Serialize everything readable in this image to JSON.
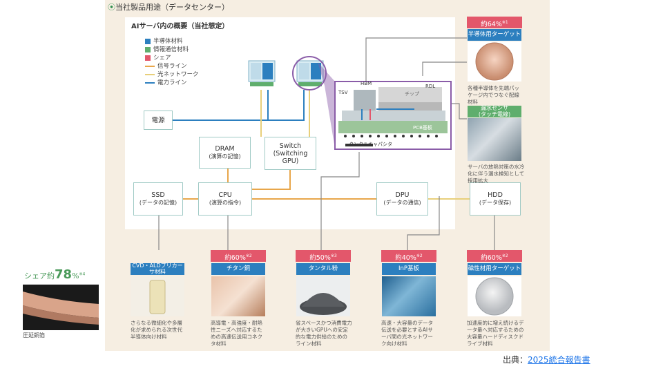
{
  "section_title": "当社製品用途（データセンター）",
  "section_marker": "⦿",
  "diagram_title": "AIサーバ内の概要（当社想定）",
  "legend": [
    {
      "label": "半導体材料",
      "kind": "square",
      "color": "#2c7fbf"
    },
    {
      "label": "情報通信材料",
      "kind": "square",
      "color": "#5fae6d"
    },
    {
      "label": "シェア",
      "kind": "square",
      "color": "#e3576b"
    },
    {
      "label": "信号ライン",
      "kind": "line",
      "color": "#e8a64a"
    },
    {
      "label": "光ネットワーク",
      "kind": "line",
      "color": "#e8cf7a"
    },
    {
      "label": "電力ライン",
      "kind": "line",
      "color": "#2c7fbf"
    }
  ],
  "nodes": {
    "power": {
      "line1": "電源",
      "line2": ""
    },
    "dram": {
      "line1": "DRAM",
      "line2": "(演算の記憶)"
    },
    "switch": {
      "line1": "Switch",
      "line2": "(Switching",
      "line3": "GPU)"
    },
    "ssd": {
      "line1": "SSD",
      "line2": "(データの記憶)"
    },
    "cpu": {
      "line1": "CPU",
      "line2": "(演算の指令)"
    },
    "dpu": {
      "line1": "DPU",
      "line2": "(データの通信)"
    },
    "hdd": {
      "line1": "HDD",
      "line2": "(データ保存)"
    }
  },
  "package_labels": {
    "hbm": "HBM",
    "rdl": "RDL",
    "tsv": "TSV",
    "chip": "チップ",
    "pcb": "PCB基板",
    "capacitor": "タンタルキャパシタ"
  },
  "products_right": [
    {
      "share": "約64%",
      "note": "※1",
      "label": "半導体用ターゲット",
      "label_type": "semiconductor",
      "desc": "各種半導体を先端パッケージ内でつなぐ配線材料"
    },
    {
      "share": "",
      "note": "",
      "label_line1": "漏水センサ",
      "label_line2": "(タッチ電線)",
      "label_type": "telecom",
      "desc": "サーバの放熱対策の水冷化に伴う漏水検知として採用拡大"
    }
  ],
  "products_bottom": [
    {
      "share": "",
      "note": "",
      "label": "CVD・ALDプリカーサ材料",
      "desc": "さらなる微細化や多層化が求められる次世代半導体向け材料"
    },
    {
      "share": "約60%",
      "note": "※2",
      "label": "チタン銅",
      "desc": "高導電・高強度・耐熱性ニーズへ対応するための高速伝送用コネクタ材料"
    },
    {
      "share": "約50%",
      "note": "※3",
      "label": "タンタル粉",
      "desc": "省スペースかつ消費電力が大きいGPUへの安定的な電力供給のためのライン材料"
    },
    {
      "share": "約40%",
      "note": "※2",
      "label": "InP基板",
      "desc": "高速・大容量のデータ伝送を必要とするAIサーバ間の光ネットワーク向け材料"
    },
    {
      "share": "約60%",
      "note": "※2",
      "label": "磁性材用ターゲット",
      "desc": "加速度的に増え続けるデータ量へ対応するための大容量ハードディスクドライブ材料"
    }
  ],
  "foil": {
    "share_prefix": "シェア約",
    "share_value": "78",
    "share_unit": "%",
    "note": "※4",
    "caption": "圧延銅箔"
  },
  "source": {
    "prefix": "出典：",
    "link_text": "2025統合報告書"
  }
}
